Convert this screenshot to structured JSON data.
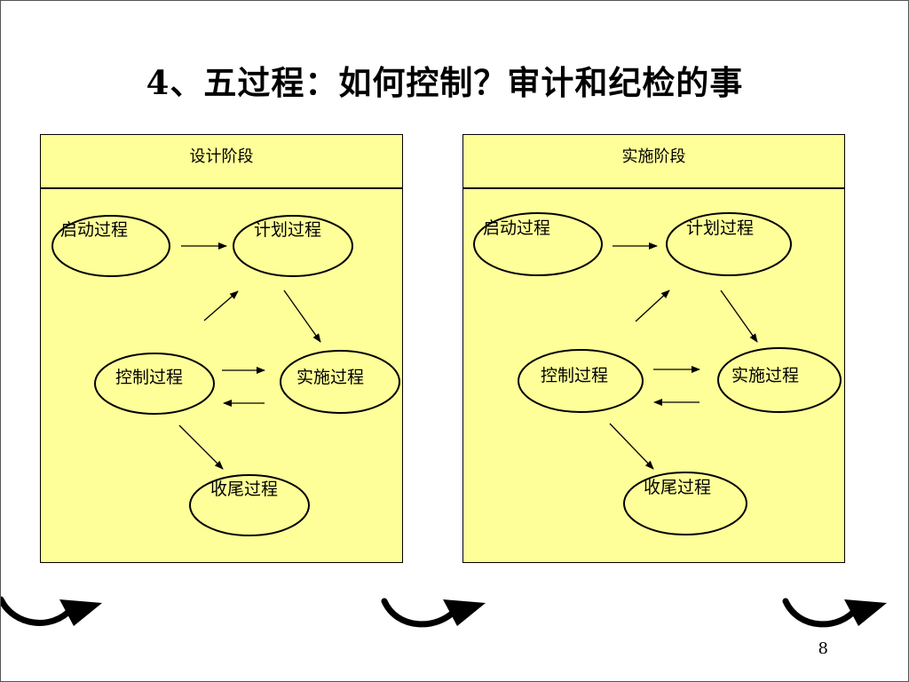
{
  "slide": {
    "title": "4、五过程：如何控制？审计和纪检的事",
    "page_number": "8"
  },
  "panels": [
    {
      "header": "设计阶段",
      "nodes": {
        "start": "启动过程",
        "plan": "计划过程",
        "control": "控制过程",
        "execute": "实施过程",
        "close": "收尾过程"
      }
    },
    {
      "header": "实施阶段",
      "nodes": {
        "start": "启动过程",
        "plan": "计划过程",
        "control": "控制过程",
        "execute": "实施过程",
        "close": "收尾过程"
      }
    }
  ],
  "colors": {
    "panel_fill": "#ffff99",
    "line": "#000000"
  },
  "icons": [
    "curved-arrow-icon"
  ]
}
